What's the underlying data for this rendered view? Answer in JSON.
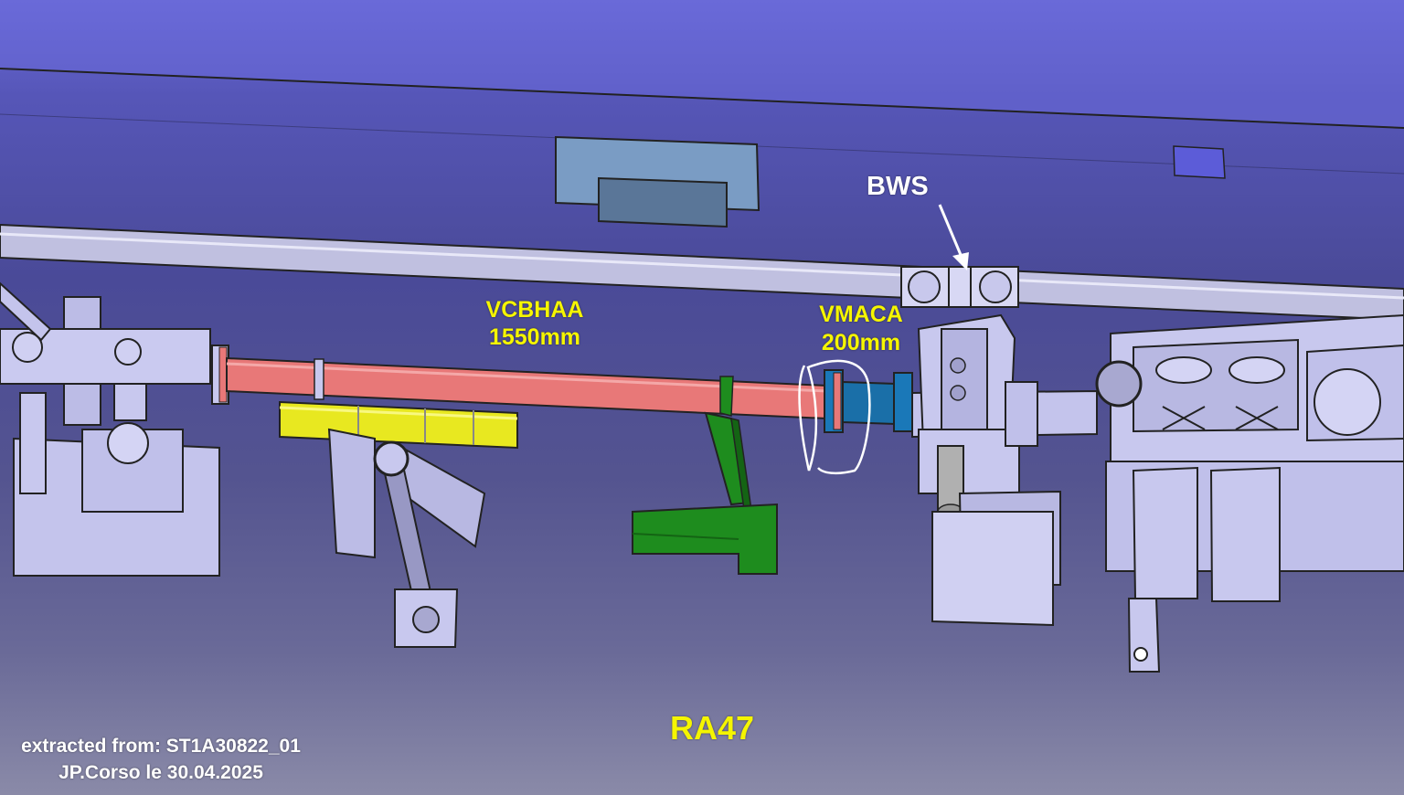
{
  "labels": {
    "vcbhaa_name": "VCBHAA",
    "vcbhaa_length": "1550mm",
    "vmaca_name": "VMACA",
    "vmaca_length": "200mm",
    "bws": "BWS",
    "section": "RA47",
    "footer_line1": "extracted from: ST1A30822_01",
    "footer_line2": "JP.Corso le 30.04.2025"
  },
  "colors": {
    "label_yellow": "#f5f500",
    "label_white": "#ffffff",
    "vcbhaa_pipe": "#e87878",
    "vmaca_chamber": "#1a78b8",
    "support_green": "#1e8c1e",
    "tube_yellow": "#e8e820",
    "equipment": "#c8c8f0"
  }
}
